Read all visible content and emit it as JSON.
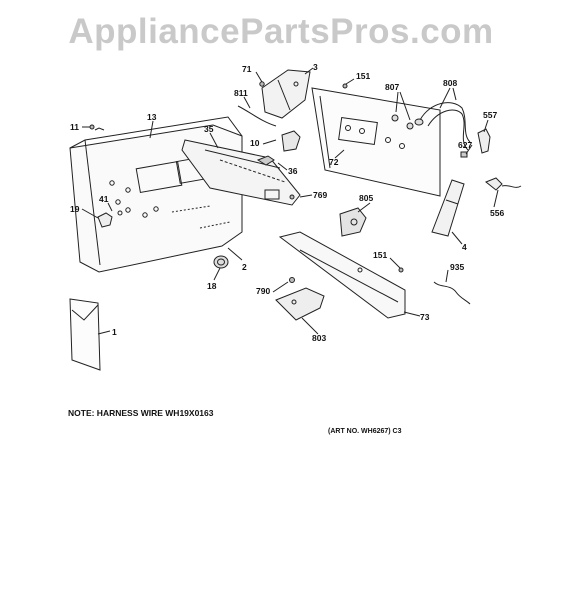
{
  "watermark": "AppliancePartsPros.com",
  "note": "NOTE: HARNESS WIRE WH19X0163",
  "art_number": "(ART NO. WH6267) C3",
  "callouts": [
    "71",
    "3",
    "151",
    "807",
    "808",
    "811",
    "557",
    "11",
    "13",
    "35",
    "10",
    "627",
    "72",
    "36",
    "769",
    "41",
    "805",
    "19",
    "556",
    "4",
    "151",
    "935",
    "2",
    "18",
    "790",
    "73",
    "1",
    "803"
  ]
}
